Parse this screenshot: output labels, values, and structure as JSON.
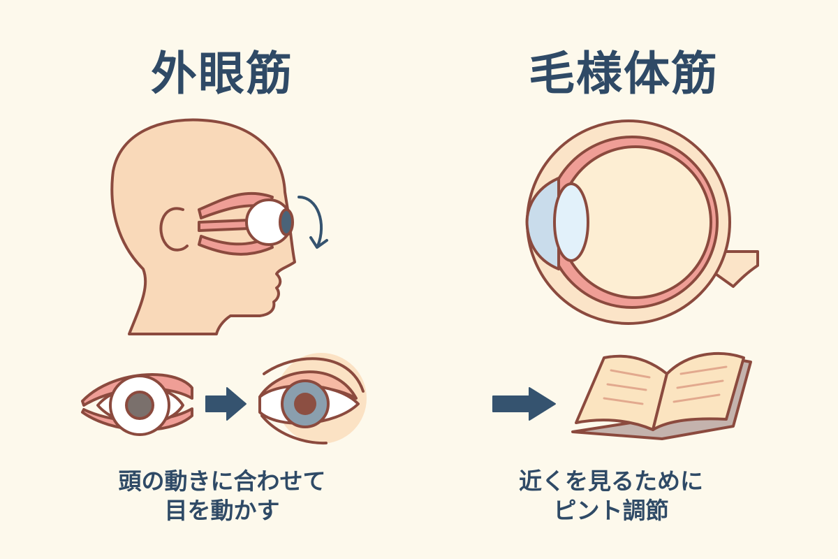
{
  "left": {
    "title": "外眼筋",
    "caption_line1": "頭の動きに合わせて",
    "caption_line2": "目を動かす"
  },
  "right": {
    "title": "毛様体筋",
    "caption_line1": "近くを見るために",
    "caption_line2": "ピント調節"
  },
  "colors": {
    "background": "#fdf9ec",
    "text": "#2f4a66",
    "outline": "#8b4a3e",
    "skin": "#f9d9b9",
    "muscle": "#ef9e96",
    "arrow": "#35536f"
  }
}
